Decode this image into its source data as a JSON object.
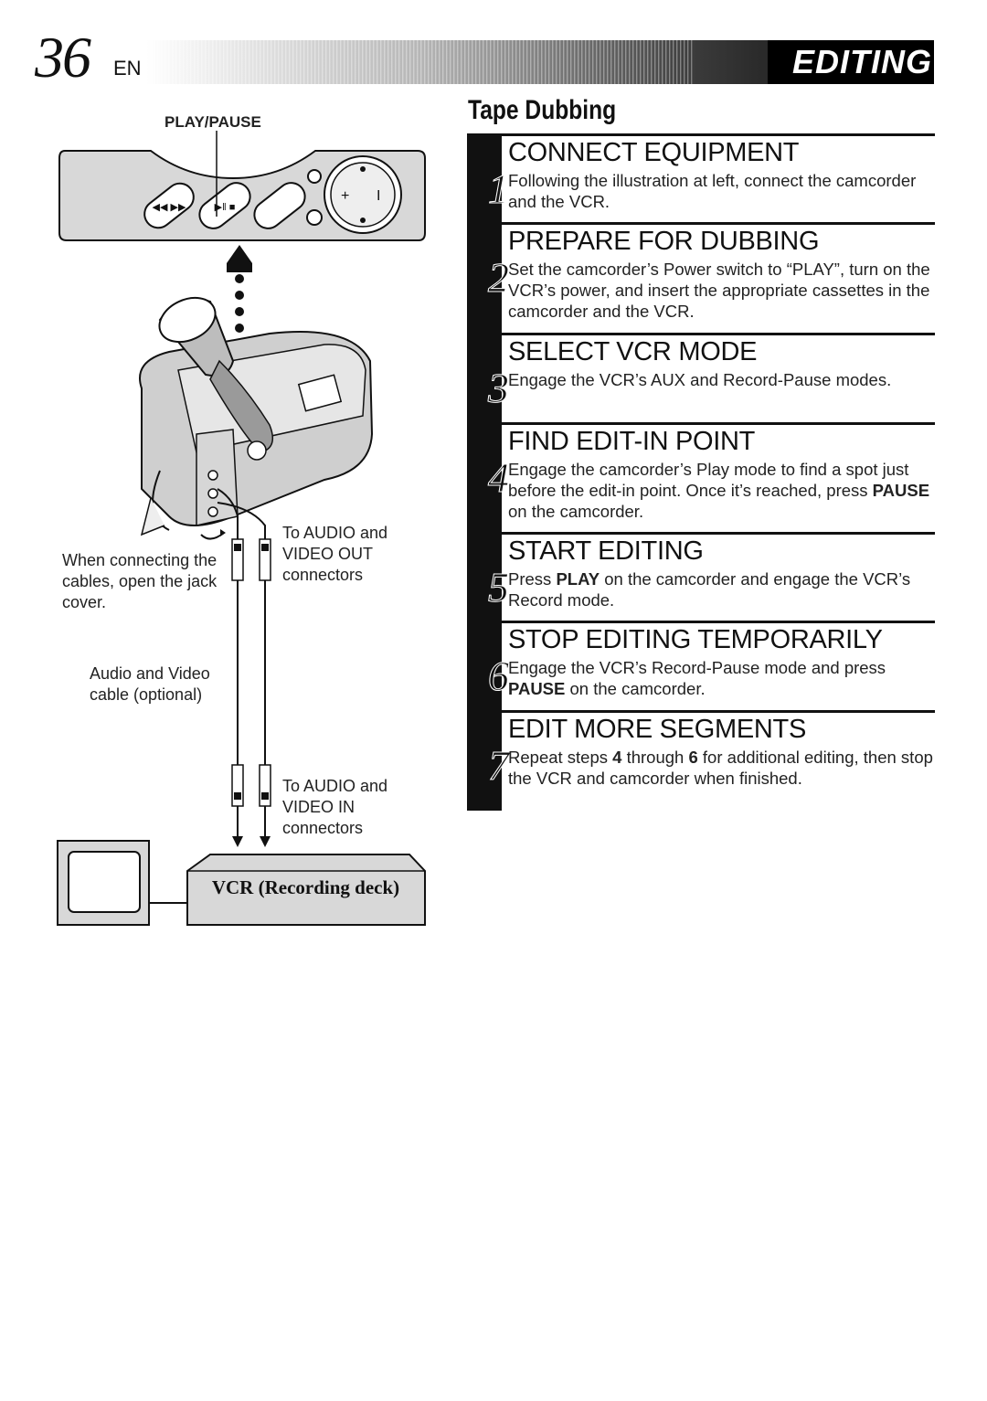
{
  "header": {
    "page_number": "36",
    "language": "EN",
    "section_title": "EDITING"
  },
  "diagram": {
    "play_pause_label": "PLAY/PAUSE",
    "out_connector_label": "To AUDIO and VIDEO OUT connectors",
    "jack_cover_note": "When connecting the cables, open the jack cover.",
    "cable_label": "Audio and Video cable (optional)",
    "in_connector_label": "To AUDIO and VIDEO IN connectors",
    "vcr_label": "VCR (Recording deck)"
  },
  "main": {
    "heading": "Tape Dubbing",
    "steps": [
      {
        "number": "1",
        "title": "CONNECT EQUIPMENT",
        "body": [
          "Following the illustration at left, connect the camcorder and the VCR."
        ]
      },
      {
        "number": "2",
        "title": "PREPARE FOR DUBBING",
        "body": [
          "Set the camcorder’s Power switch to “PLAY”, turn on the VCR’s power, and insert the appropriate cassettes in the camcorder and the VCR."
        ]
      },
      {
        "number": "3",
        "title": "SELECT VCR MODE",
        "body": [
          "Engage the VCR’s AUX and Record-Pause modes."
        ]
      },
      {
        "number": "4",
        "title": "FIND EDIT-IN POINT",
        "body": [
          "Engage the camcorder’s Play mode to find a spot just before the edit-in point. Once it’s reached, press ",
          "PAUSE",
          " on the camcorder."
        ]
      },
      {
        "number": "5",
        "title": "START EDITING",
        "body": [
          "Press ",
          "PLAY",
          " on the camcorder and engage the VCR’s Record mode."
        ]
      },
      {
        "number": "6",
        "title": "STOP EDITING TEMPORARILY",
        "body": [
          "Engage the VCR’s Record-Pause mode and press ",
          "PAUSE",
          " on the camcorder."
        ]
      },
      {
        "number": "7",
        "title": "EDIT MORE SEGMENTS",
        "body": [
          "Repeat steps ",
          "4",
          " through ",
          "6",
          " for additional editing, then stop the VCR and camcorder when finished."
        ]
      }
    ]
  }
}
